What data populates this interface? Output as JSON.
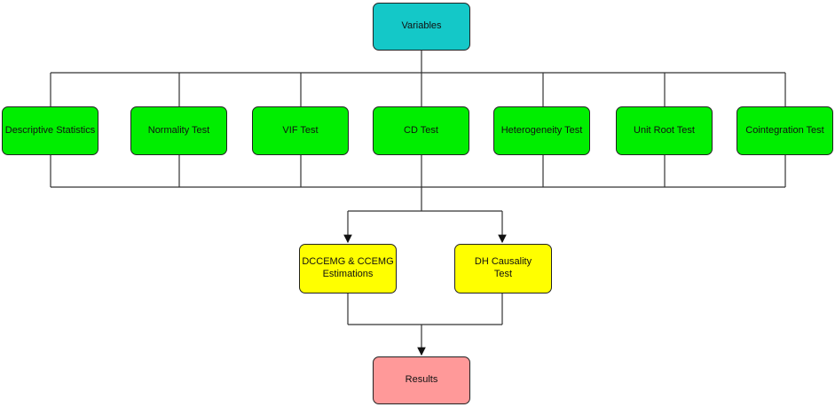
{
  "diagram": {
    "top": {
      "label": "Variables",
      "color": "#14c8c8"
    },
    "tests": [
      {
        "label": "Descriptive Statistics",
        "color": "#00ee00"
      },
      {
        "label": "Normality Test",
        "color": "#00ee00"
      },
      {
        "label": "VIF Test",
        "color": "#00ee00"
      },
      {
        "label": "CD Test",
        "color": "#00ee00"
      },
      {
        "label": "Heterogeneity Test",
        "color": "#00ee00"
      },
      {
        "label": "Unit Root Test",
        "color": "#00ee00"
      },
      {
        "label": "Cointegration Test",
        "color": "#00ee00"
      }
    ],
    "estimations": [
      {
        "label": "DCCEMG & CCEMG\nEstimations",
        "color": "#ffff00"
      },
      {
        "label": "DH Causality\nTest",
        "color": "#ffff00"
      }
    ],
    "result": {
      "label": "Results",
      "color": "#ff9999"
    },
    "line_color": "#333333"
  }
}
